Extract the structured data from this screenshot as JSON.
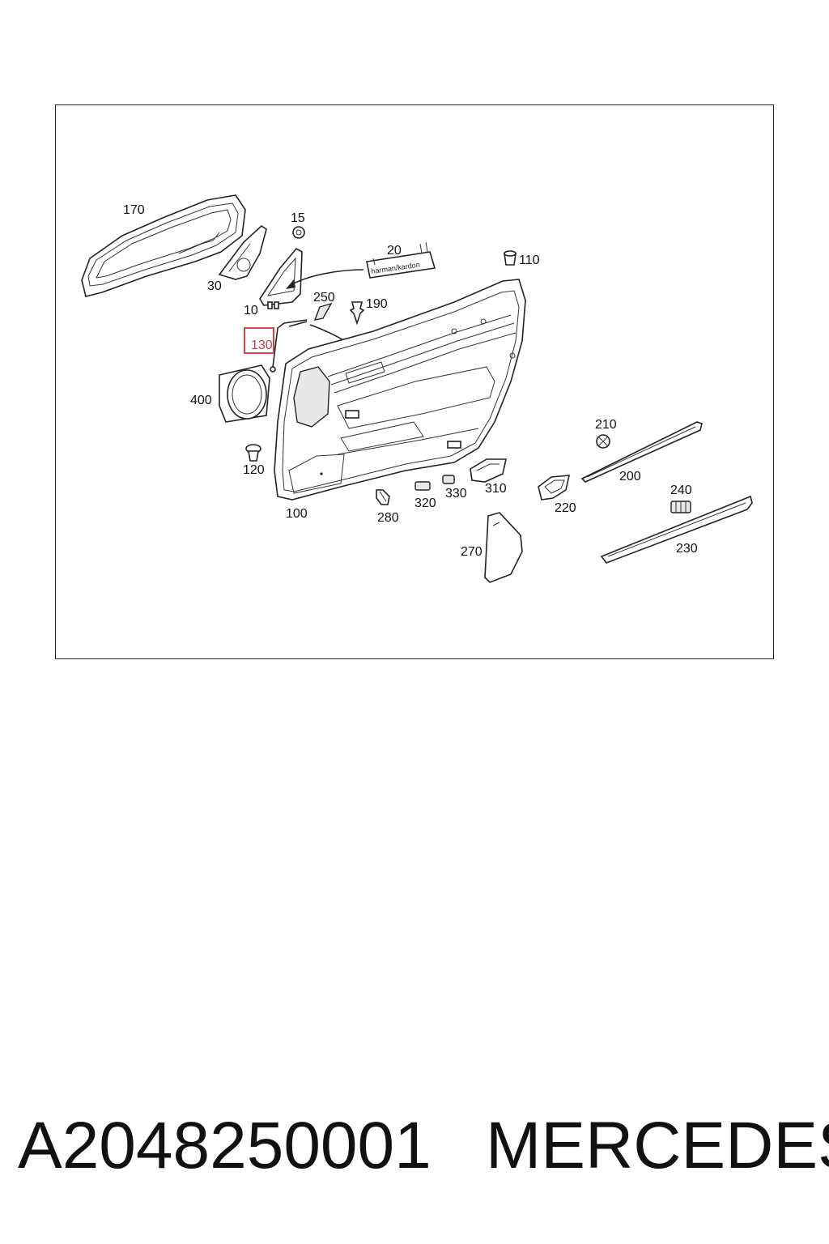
{
  "diagram": {
    "highlight_label": "130",
    "labels": {
      "l170": "170",
      "l15": "15",
      "l20": "20",
      "l110": "110",
      "l30": "30",
      "l10": "10",
      "l250": "250",
      "l190": "190",
      "l130": "130",
      "l400": "400",
      "l120": "120",
      "l100": "100",
      "l210": "210",
      "l200": "200",
      "l320": "320",
      "l330": "330",
      "l310": "310",
      "l280": "280",
      "l220": "220",
      "l240": "240",
      "l270": "270",
      "l230": "230"
    },
    "emblem_text": "harman/kardon"
  },
  "caption": {
    "part_number": "A2048250001",
    "brand": "MERCEDES"
  }
}
